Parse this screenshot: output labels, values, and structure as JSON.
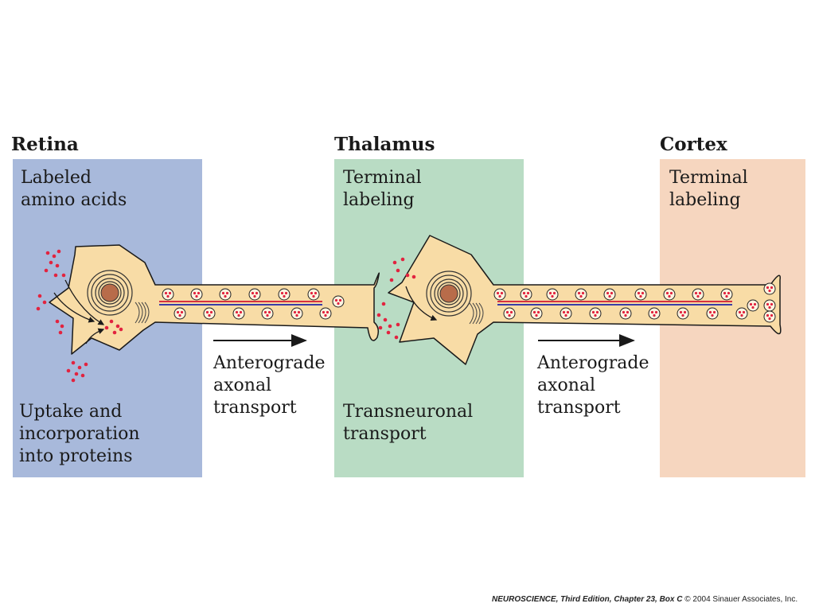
{
  "colors": {
    "retina": "#a8b9db",
    "thalamus": "#b9dcc4",
    "cortex": "#f6d6bf",
    "neuron_fill": "#f8dca6",
    "neuron_stroke": "#1a1a1a",
    "label_dot": "#e2233f",
    "nucleus": "#b86c4a",
    "microtubule_red": "#d8303f",
    "microtubule_blue": "#3a3da8"
  },
  "regions": [
    {
      "title": "Retina",
      "top_label": "Labeled\namino acids",
      "bottom_label": "Uptake and\nincorporation\ninto proteins"
    },
    {
      "title": "Thalamus",
      "top_label": "Terminal\nlabeling",
      "bottom_label": "Transneuronal\ntransport"
    },
    {
      "title": "Cortex",
      "top_label": "Terminal\nlabeling",
      "bottom_label": ""
    }
  ],
  "arrows": [
    {
      "label": "Anterograde\naxonal\ntransport"
    },
    {
      "label": "Anterograde\naxonal\ntransport"
    }
  ],
  "caption": {
    "bold": "NEUROSCIENCE, Third Edition, Chapter 23, Box C",
    "rest": " © 2004 Sinauer Associates, Inc."
  }
}
